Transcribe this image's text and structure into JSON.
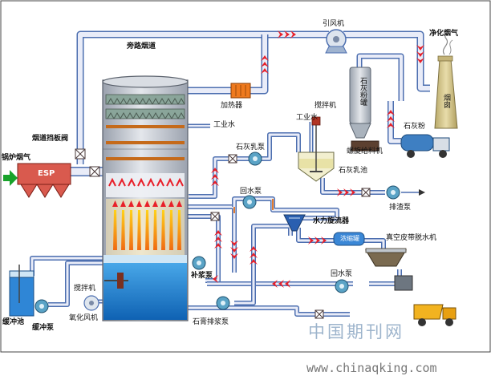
{
  "diagram": {
    "labels": {
      "induced_fan": "引风机",
      "purified_flue_gas": "净化烟气",
      "bypass_flue": "旁路烟道",
      "heater": "加热器",
      "industrial_water_tower": "工业水",
      "industrial_water_tank": "工业水",
      "agitator_top": "搅拌机",
      "lime_silo": "石灰粉罐",
      "chimney": "烟囱",
      "lime_powder": "石灰粉",
      "flue_baffle": "烟道挡板阀",
      "boiler_flue_gas": "锅炉烟气",
      "esp": "ESP",
      "lime_slurry_pump": "石灰乳泵",
      "screw_feeder": "螺旋给料机",
      "lime_slurry_tank": "石灰乳池",
      "discharge_pump": "排渣泵",
      "return_pump_top": "回水泵",
      "hydrocyclone": "水力旋流器",
      "thickener": "浓缩罐",
      "vacuum_belt": "真空皮带脱水机",
      "makeup_pump": "补浆泵",
      "return_pump_mid": "回水泵",
      "agitator_bottom": "搅拌机",
      "oxidation_fan": "氧化风机",
      "gypsum_pump": "石膏排浆泵",
      "buffer_tank": "缓冲池",
      "buffer_pump": "缓冲泵"
    },
    "watermark": {
      "cn": "中国期刊网",
      "url": "www.chinaqking.com"
    },
    "colors": {
      "pipe_fill": "#e9ecf8",
      "pipe_edge": "#4d6fb0",
      "flow_arrow": "#e8202a",
      "absorber": "#c8cdd6",
      "slurry": "#1f88d8",
      "green_arrow": "#18a22a",
      "chimney": "#d2c48a",
      "heater": "#ef7a1e",
      "pump": "#5aa3c6"
    }
  }
}
